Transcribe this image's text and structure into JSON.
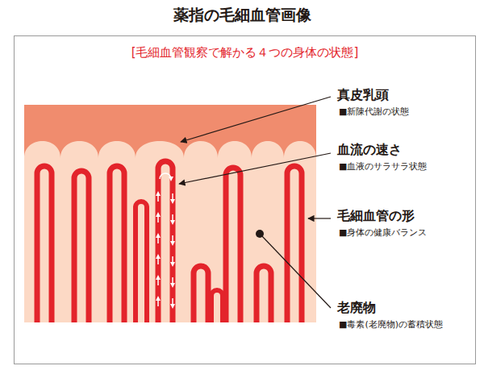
{
  "diagram": {
    "title": "薬指の毛細血管画像",
    "nodes": [
      {
        "text": [
          "[毛細血管観察で解かる４つの身体の状態]"
        ]
      }
    ],
    "labels": [
      "真皮乳頭",
      "■新陳代謝の状態",
      "血流の速さ",
      "■血液のサラサラ状態",
      "毛細血管の形",
      "■身体の健康バランス",
      "老廃物",
      "■毒素(老廃物)の蓄積状態"
    ]
  }
}
